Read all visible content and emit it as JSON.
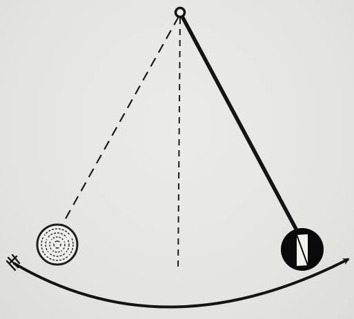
{
  "diagram": {
    "subject": "pendulum",
    "colors": {
      "background": "#e6e6e2",
      "ink": "#141414",
      "bob_fill": "#0a0a0a",
      "ghost_bob_stroke": "#2a2a2a"
    },
    "elements": [
      "pivot-point",
      "pendulum-rod-solid",
      "pendulum-bob-solid",
      "pendulum-rod-dashed-left",
      "pendulum-bob-ghost-left",
      "center-vertical-dashed-line",
      "swing-arc-arrow"
    ]
  }
}
